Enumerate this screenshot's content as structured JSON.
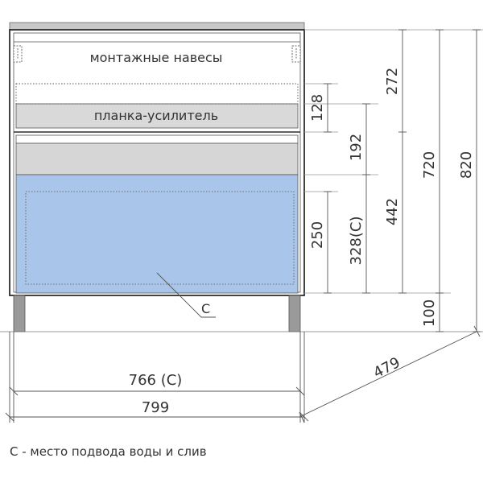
{
  "labels": {
    "hinges": "монтажные навесы",
    "reinforcement": "планка-усилитель",
    "c_marker": "C",
    "legend": "C - место подвода воды и слив"
  },
  "dimensions": {
    "d_128": "128",
    "d_192": "192",
    "d_250": "250",
    "d_328c": "328(C)",
    "d_272": "272",
    "d_442": "442",
    "d_720": "720",
    "d_100": "100",
    "d_820": "820",
    "d_766c": "766 (C)",
    "d_799": "799",
    "d_479": "479"
  },
  "colors": {
    "cabinet_outline": "#2e2e2e",
    "top_panel": "#c8c8c8",
    "reinforcement": "#d9d9d9",
    "drawer_front": "#d6d6d6",
    "water_zone": "#a9c6ea",
    "dim_line": "#555555"
  }
}
